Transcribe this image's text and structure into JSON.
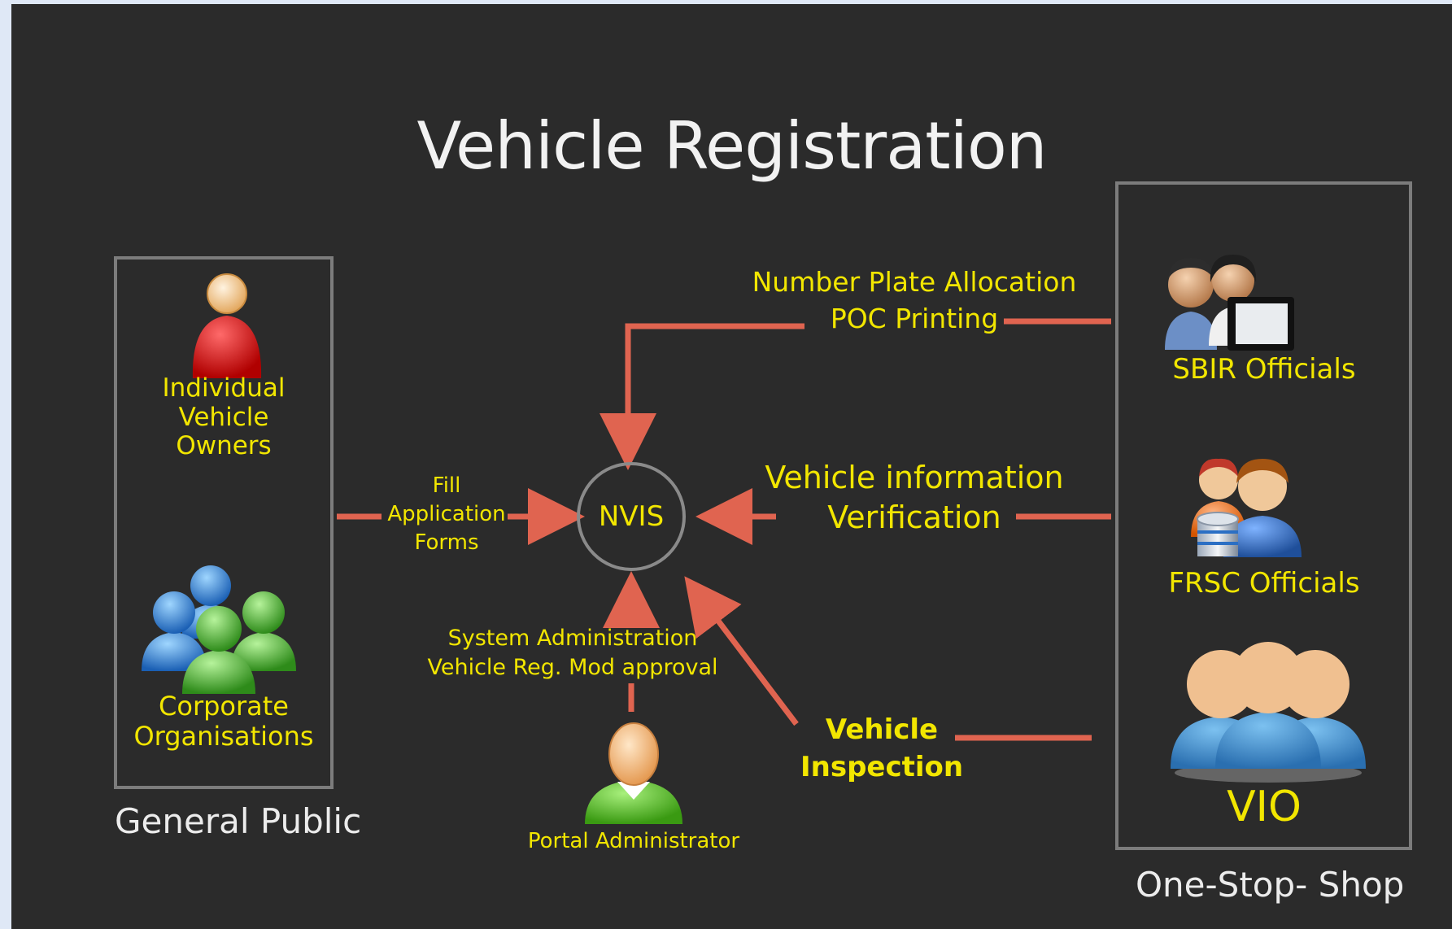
{
  "title": "Vehicle Registration",
  "colors": {
    "background": "#2b2b2b",
    "frame": "#dfe8f6",
    "label_yellow": "#f2e600",
    "arrow_red": "#e06450",
    "box_border": "#7c7c7c",
    "white_text": "#ececec"
  },
  "general_public": {
    "caption": "General Public",
    "individual_owners": {
      "label_line1": "Individual Vehicle",
      "label_line2": "Owners",
      "icon": "person-red-icon"
    },
    "corporate": {
      "label_line1": "Corporate",
      "label_line2": "Organisations",
      "icon": "group-people-icon"
    }
  },
  "center": {
    "node": "NVIS",
    "fill_forms": {
      "line1": "Fill",
      "line2": "Application",
      "line3": "Forms"
    },
    "sysadmin": {
      "line1": "System Administration",
      "line2": "Vehicle Reg. Mod approval"
    },
    "portal_admin": {
      "label": "Portal Administrator",
      "icon": "admin-person-icon"
    }
  },
  "flows": {
    "number_plate": {
      "line1": "Number Plate Allocation",
      "line2": "POC Printing"
    },
    "verification": {
      "line1": "Vehicle information",
      "line2": "Verification"
    },
    "inspection": {
      "line1": "Vehicle",
      "line2": "Inspection"
    }
  },
  "one_stop_shop": {
    "caption": "One-Stop- Shop",
    "sbir": {
      "label": "SBIR Officials",
      "icon": "officials-computer-icon"
    },
    "frsc": {
      "label": "FRSC Officials",
      "icon": "officials-database-icon"
    },
    "vio": {
      "label": "VIO",
      "icon": "vio-group-icon"
    }
  }
}
